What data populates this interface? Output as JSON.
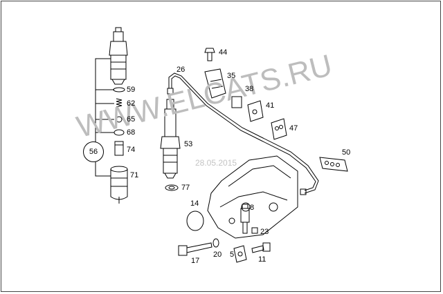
{
  "watermark": "WWW.ELCATS.RU",
  "date_stamp": "28.05.2015",
  "part_numbers": {
    "p44": "44",
    "p26": "26",
    "p35": "35",
    "p38": "38",
    "p41": "41",
    "p47": "47",
    "p50": "50",
    "p53": "53",
    "p59": "59",
    "p62": "62",
    "p65": "65",
    "p68": "68",
    "p74": "74",
    "p56": "56",
    "p71": "71",
    "p77": "77",
    "p14": "14",
    "p8": "8",
    "p23": "23",
    "p17": "17",
    "p20": "20",
    "p5": "5",
    "p11": "11"
  },
  "colors": {
    "line": "#000000",
    "watermark": "#bdbdbd"
  }
}
